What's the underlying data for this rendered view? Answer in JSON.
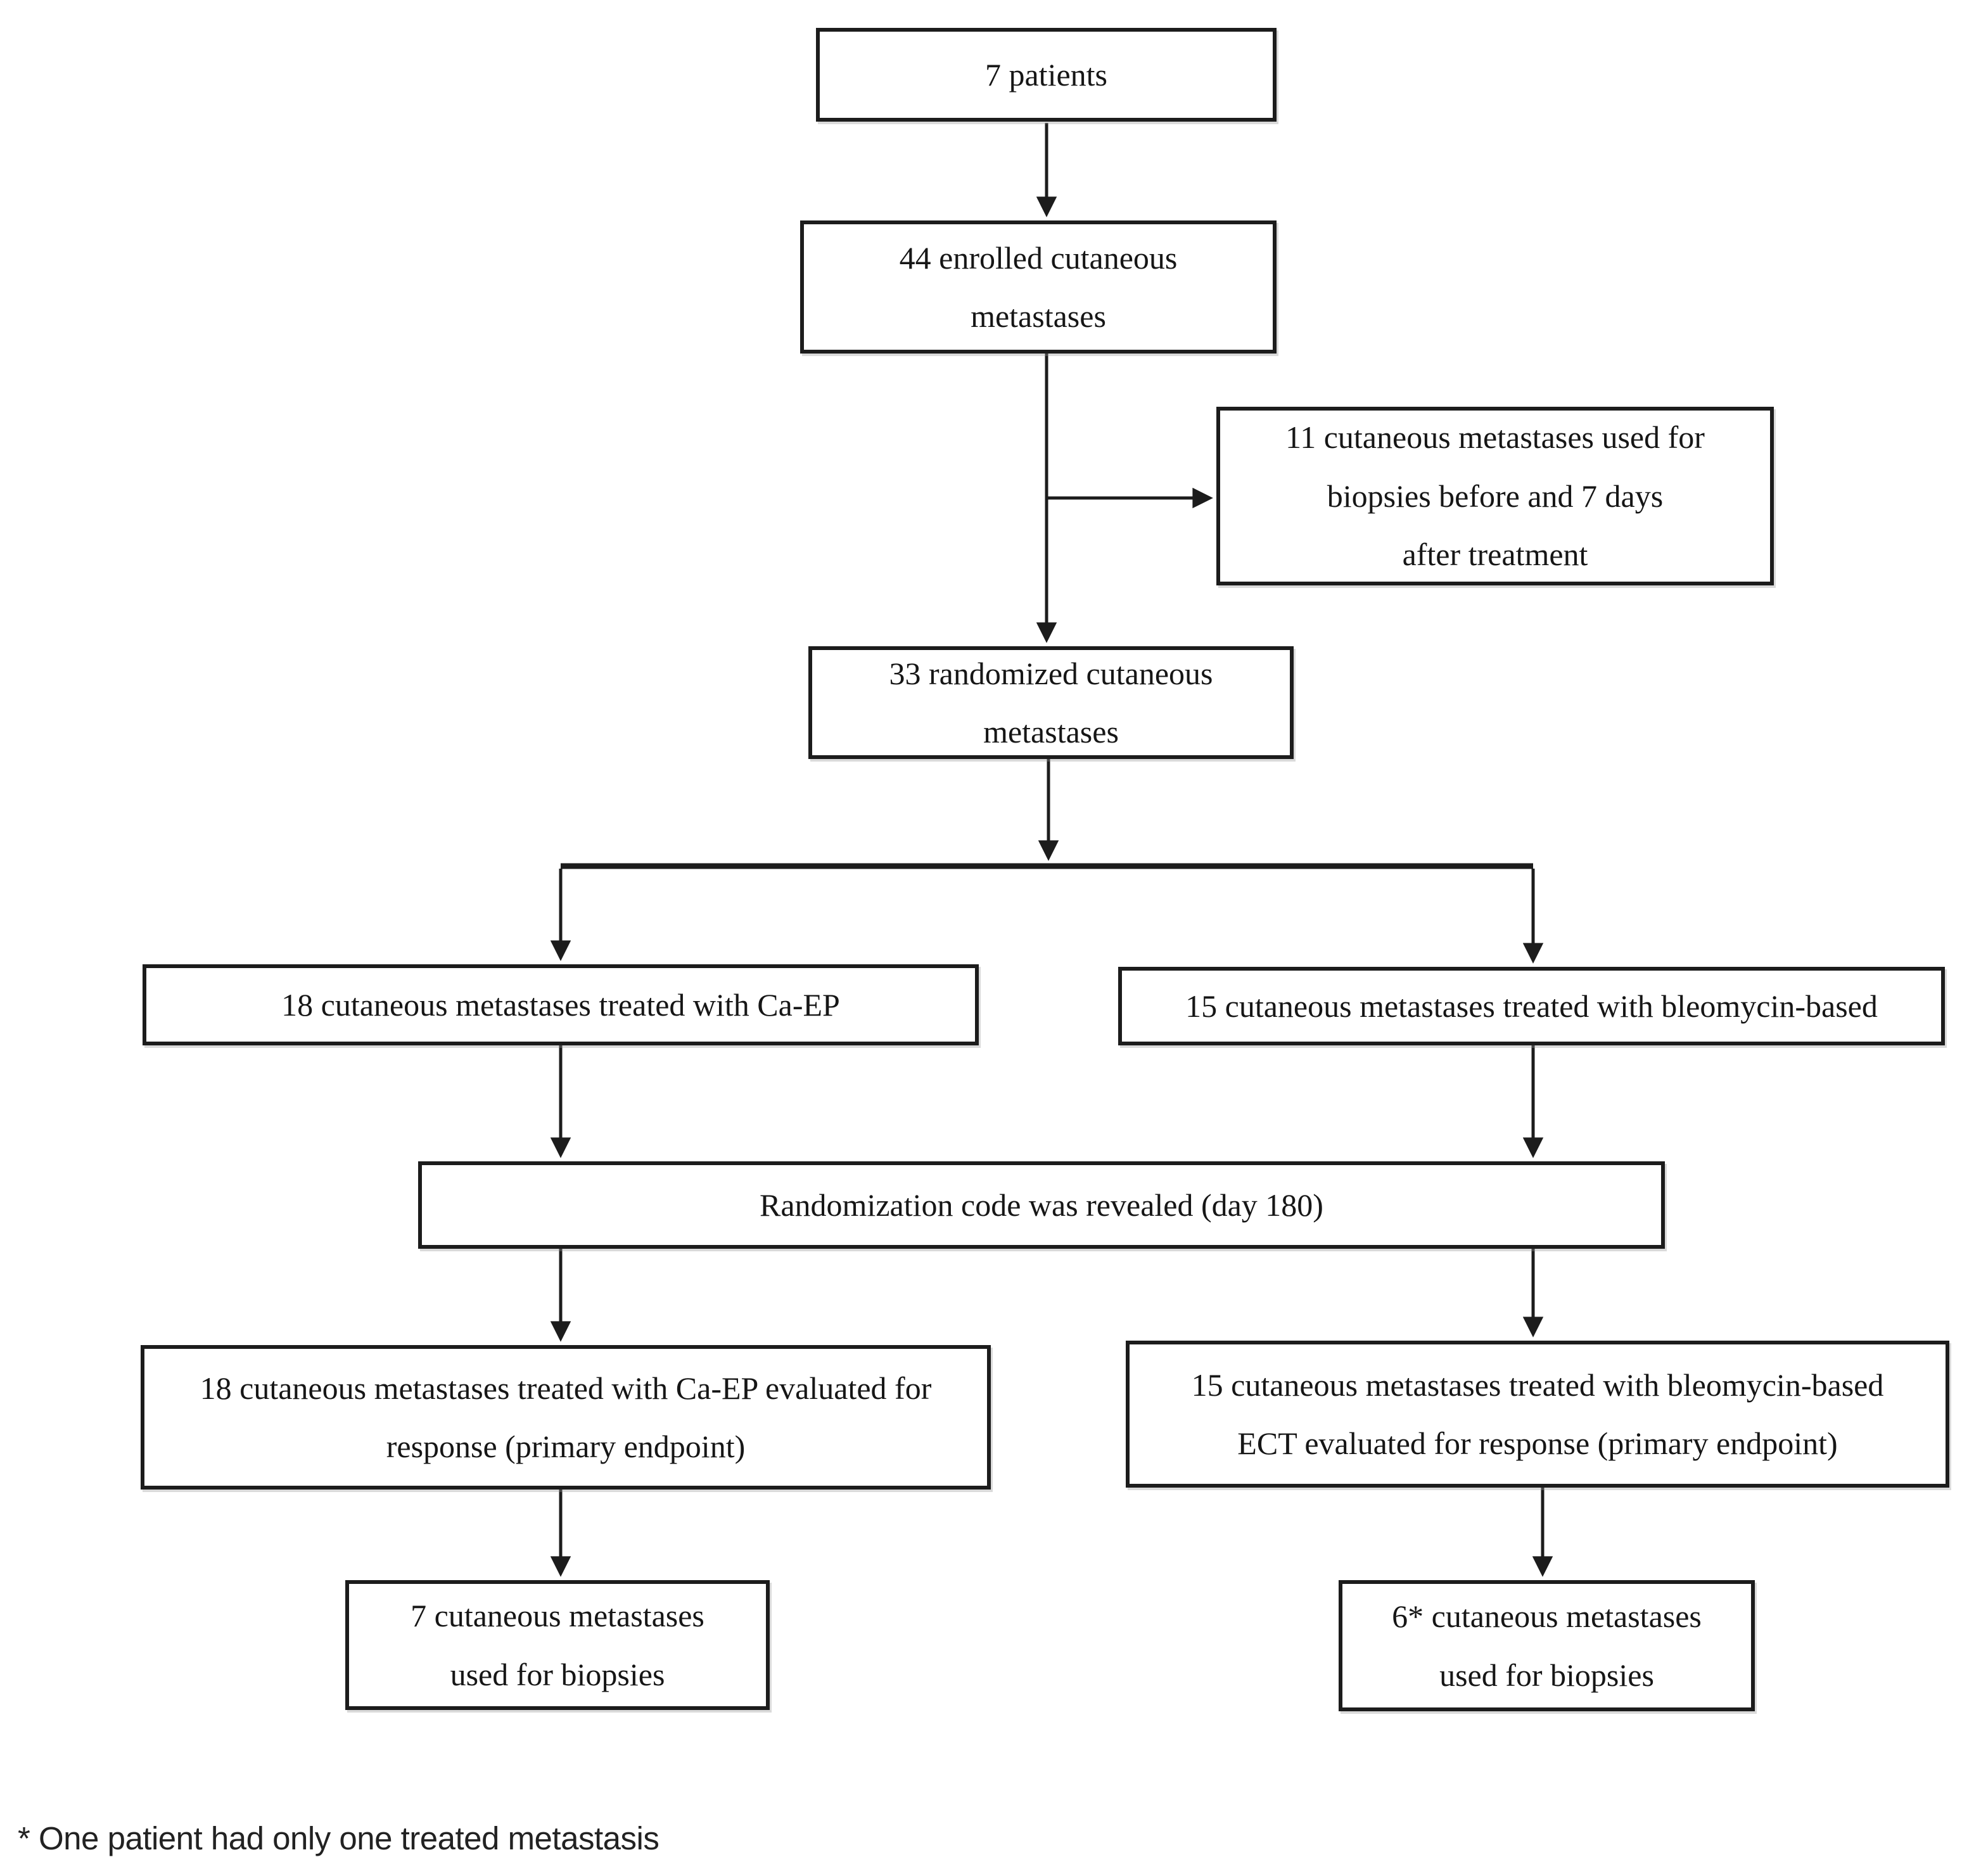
{
  "flowchart": {
    "nodes": {
      "patients": "7 patients",
      "enrolled": "44 enrolled cutaneous\nmetastases",
      "biopsies_before": "11 cutaneous metastases used for\nbiopsies before and 7 days\nafter treatment",
      "randomized": "33 randomized cutaneous\nmetastases",
      "caep": "18 cutaneous metastases treated with Ca-EP",
      "bleomycin": "15 cutaneous metastases treated with bleomycin-based",
      "code_revealed": "Randomization code was revealed (day 180)",
      "caep_evaluated": "18 cutaneous metastases treated with Ca-EP evaluated for\nresponse (primary endpoint)",
      "bleomycin_evaluated": "15 cutaneous metastases treated with bleomycin-based\nECT evaluated for response (primary endpoint)",
      "caep_biopsies": "7 cutaneous metastases\nused for biopsies",
      "bleomycin_biopsies": "6* cutaneous metastases\nused for biopsies"
    },
    "edges": [
      {
        "from": "patients",
        "to": "enrolled"
      },
      {
        "from": "enrolled",
        "to": "biopsies_before"
      },
      {
        "from": "enrolled",
        "to": "randomized"
      },
      {
        "from": "randomized",
        "to": "caep"
      },
      {
        "from": "randomized",
        "to": "bleomycin"
      },
      {
        "from": "caep",
        "to": "code_revealed"
      },
      {
        "from": "bleomycin",
        "to": "code_revealed"
      },
      {
        "from": "code_revealed",
        "to": "caep_evaluated"
      },
      {
        "from": "code_revealed",
        "to": "bleomycin_evaluated"
      },
      {
        "from": "caep_evaluated",
        "to": "caep_biopsies"
      },
      {
        "from": "bleomycin_evaluated",
        "to": "bleomycin_biopsies"
      }
    ],
    "footnote": "* One patient had only one treated metastasis",
    "colors": {
      "line": "#1c1c1c",
      "text": "#161616",
      "background": "#ffffff"
    }
  }
}
